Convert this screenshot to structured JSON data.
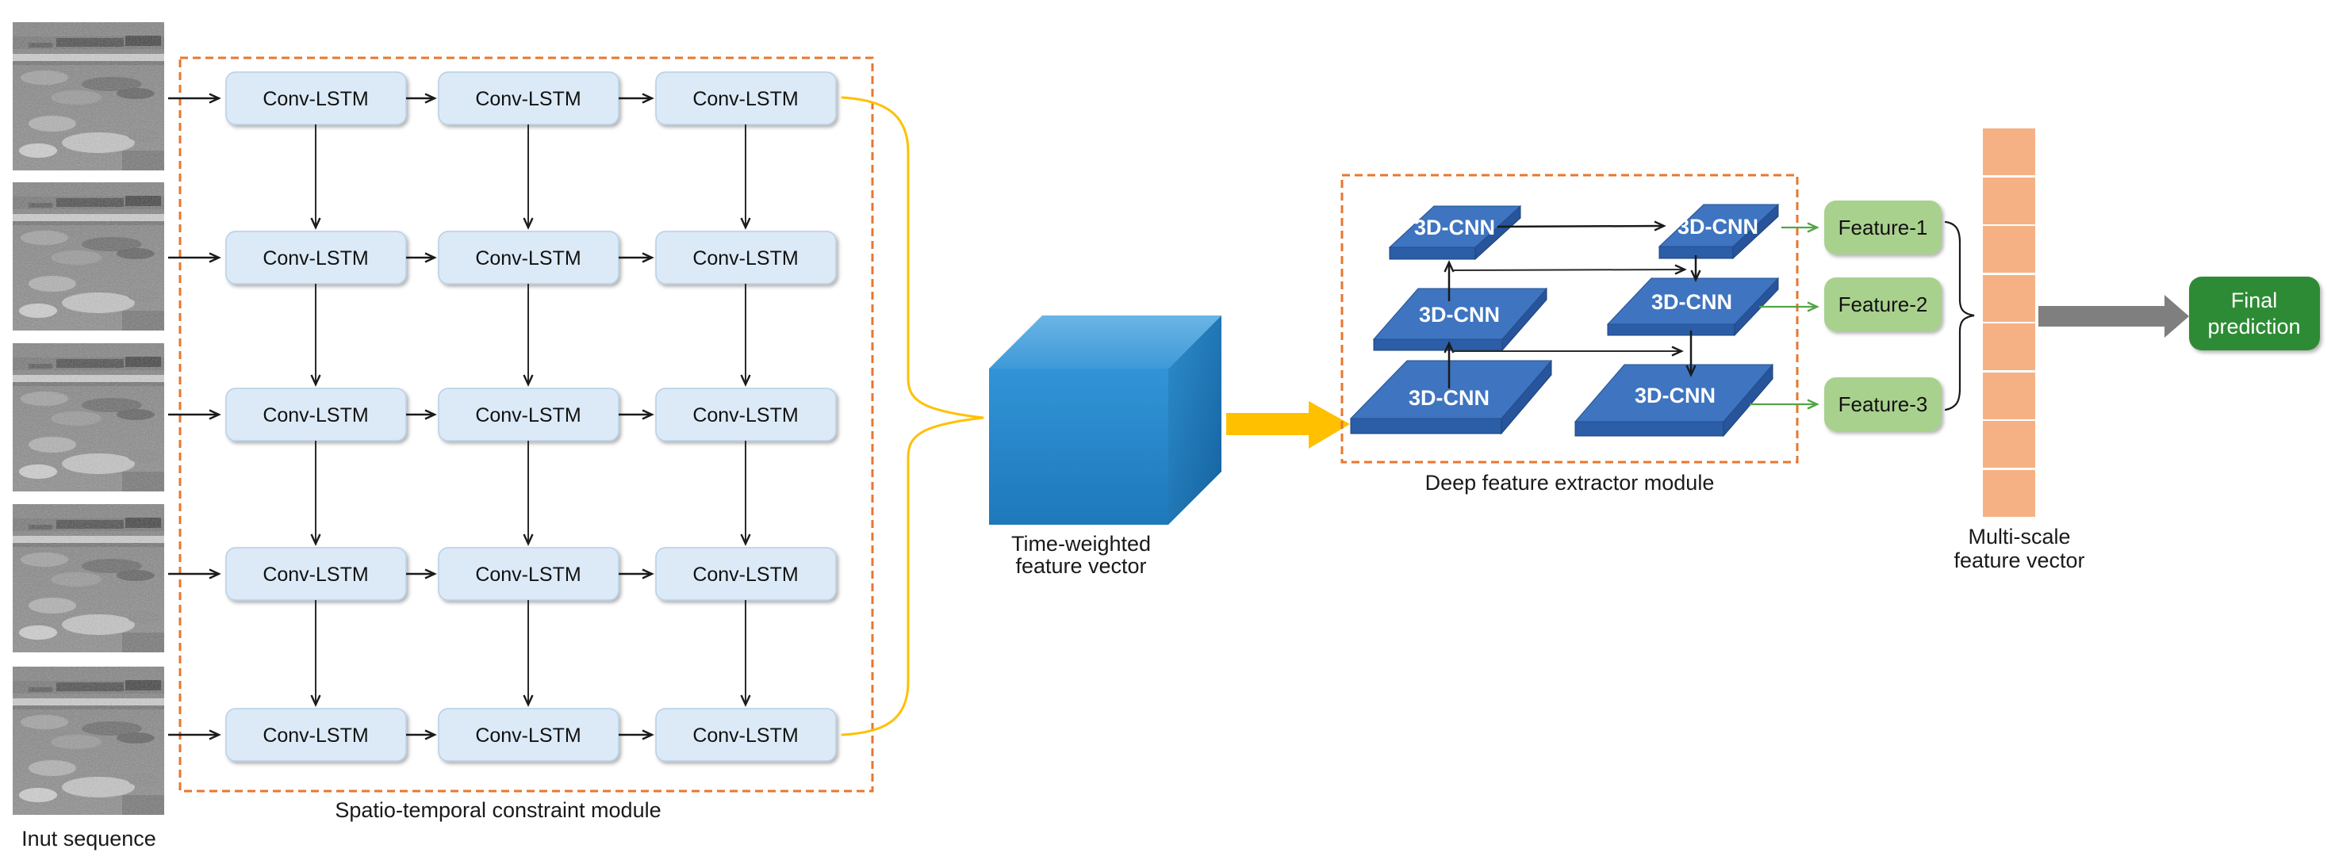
{
  "figure": {
    "title": "Spatio-temporal Conv-LSTM and 3D-CNN deep feature architecture diagram",
    "input_sequence": {
      "label": "Inut sequence",
      "frame_count": 5
    },
    "spatio_temporal_module": {
      "label": "Spatio-temporal constraint module",
      "unit_label": "Conv-LSTM",
      "grid": {
        "rows": 5,
        "cols": 3
      }
    },
    "time_weighted_vector": {
      "label_line1": "Time-weighted",
      "label_line2": "feature vector"
    },
    "deep_feature_module": {
      "label": "Deep feature extractor module",
      "unit_label": "3D-CNN",
      "unit_count": 6
    },
    "features": [
      {
        "label": "Feature-1"
      },
      {
        "label": "Feature-2"
      },
      {
        "label": "Feature-3"
      }
    ],
    "multi_scale_vector": {
      "label_line1": "Multi-scale",
      "label_line2": "feature vector",
      "cell_count": 8
    },
    "final_prediction": {
      "label_line1": "Final",
      "label_line2": "prediction"
    },
    "colors": {
      "module_border": "#E8772E",
      "conv_lstm_fill": "#DCEAF7",
      "conv_lstm_border": "#B7CFE6",
      "cube_top": "#5FAEE3",
      "cube_front": "#2787CC",
      "cube_side": "#1C6EB0",
      "flow_arrow_yellow": "#FFC000",
      "brace_yellow": "#FFC000",
      "cnn_slab_top": "#3E74C0",
      "cnn_slab_front": "#2C5DA7",
      "cnn_slab_side": "#27549B",
      "feature_fill": "#A9D18E",
      "feature_arrow": "#53A546",
      "multi_scale_cell": "#F5B183",
      "final_fill": "#2E8B35",
      "final_arrow_gray": "#7F7F7F",
      "line_black": "#1A1A1A"
    }
  }
}
